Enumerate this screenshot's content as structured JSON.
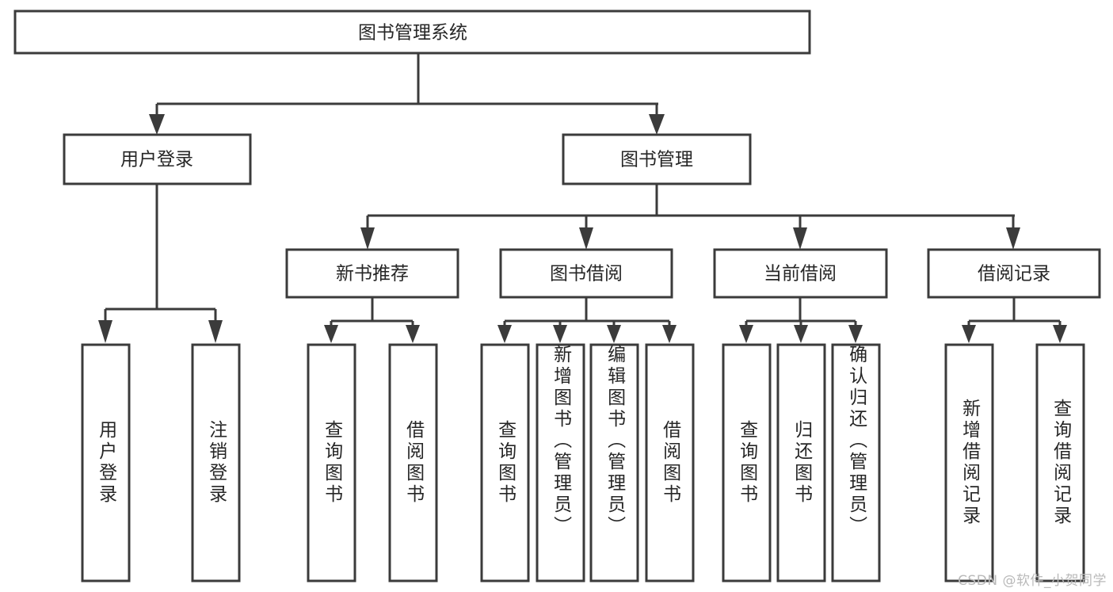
{
  "diagram": {
    "type": "tree",
    "title": "图书管理系统",
    "orientation": "top-down",
    "colors": {
      "box_stroke": "#3b3b3b",
      "box_fill": "#ffffff",
      "text": "#262626",
      "background": "#ffffff",
      "watermark": "#b9b9b9"
    },
    "root": {
      "label": "图书管理系统"
    },
    "level2": [
      {
        "label": "用户登录"
      },
      {
        "label": "图书管理"
      }
    ],
    "level3": [
      {
        "label": "新书推荐"
      },
      {
        "label": "图书借阅"
      },
      {
        "label": "当前借阅"
      },
      {
        "label": "借阅记录"
      }
    ],
    "leaves": {
      "user_login": [
        {
          "label": "用户登录"
        },
        {
          "label": "注销登录"
        }
      ],
      "new_book_recommend": [
        {
          "label": "查询图书"
        },
        {
          "label": "借阅图书"
        }
      ],
      "book_borrow": [
        {
          "label": "查询图书"
        },
        {
          "label": "新增图书（管理员）"
        },
        {
          "label": "编辑图书（管理员）"
        },
        {
          "label": "借阅图书"
        }
      ],
      "current_borrow": [
        {
          "label": "查询图书"
        },
        {
          "label": "归还图书"
        },
        {
          "label": "确认归还（管理员）"
        }
      ],
      "borrow_record": [
        {
          "label": "新增借阅记录"
        },
        {
          "label": "查询借阅记录"
        }
      ]
    }
  },
  "watermark": {
    "text": "CSDN @软件_小贺同学"
  }
}
